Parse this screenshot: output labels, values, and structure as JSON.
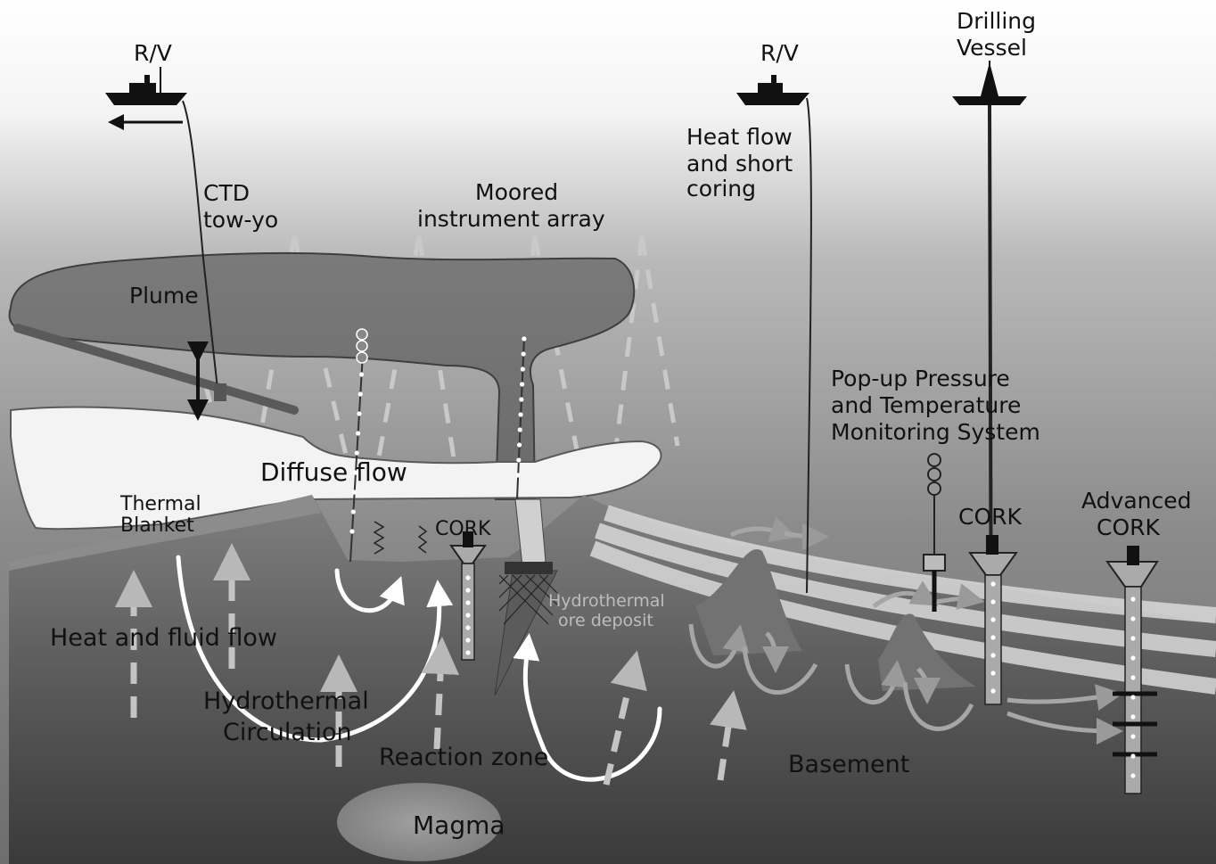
{
  "labels": {
    "rv_left": "R/V",
    "rv_middle": "R/V",
    "drilling_vessel_line1": "Drilling",
    "drilling_vessel_line2": "Vessel",
    "ctd_line1": "CTD",
    "ctd_line2": "tow-yo",
    "moored_line1": "Moored",
    "moored_line2": "instrument array",
    "heatflow_line1": "Heat flow",
    "heatflow_line2": "and short",
    "heatflow_line3": "coring",
    "plume": "Plume",
    "diffuse_flow": "Diffuse flow",
    "thermal_line1": "Thermal",
    "thermal_line2": "Blanket",
    "cork_left": "CORK",
    "popup_line1": "Pop-up Pressure",
    "popup_line2": "and Temperature",
    "popup_line3": "Monitoring System",
    "cork_right": "CORK",
    "advanced_line1": "Advanced",
    "advanced_line2": "CORK",
    "ore_line1": "Hydrothermal",
    "ore_line2": "ore deposit",
    "heat_fluid": "Heat and fluid flow",
    "hydro_line1": "Hydrothermal",
    "hydro_line2": "Circulation",
    "reaction_zone": "Reaction zone",
    "basement": "Basement",
    "magma": "Magma"
  }
}
